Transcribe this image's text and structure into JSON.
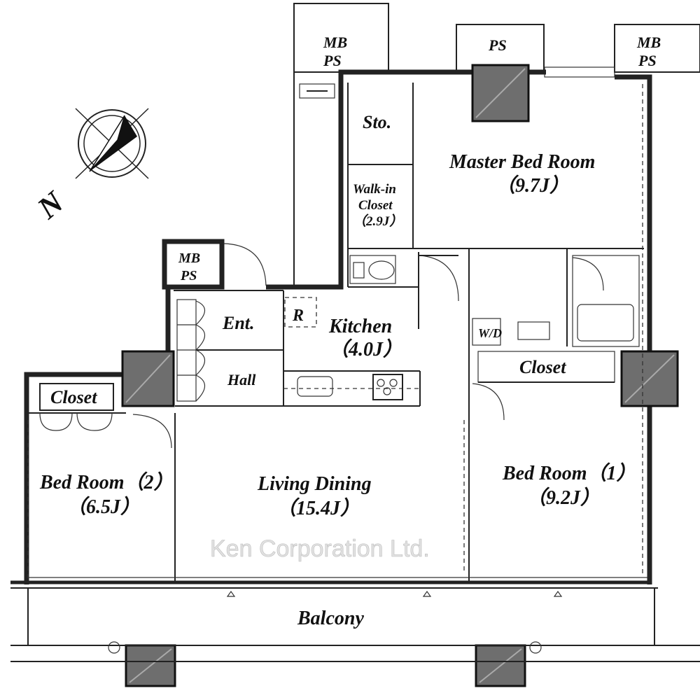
{
  "compass": {
    "north_label": "N"
  },
  "watermark": "Ken Corporation Ltd.",
  "rooms": {
    "mbps_top": {
      "line1": "MB",
      "line2": "PS"
    },
    "ps_top": {
      "label": "PS"
    },
    "mbps_right": {
      "line1": "MB",
      "line2": "PS"
    },
    "mbps_entry": {
      "line1": "MB",
      "line2": "PS"
    },
    "storage": {
      "label": "Sto."
    },
    "master_bed": {
      "name": "Master Bed Room",
      "size": "（9.7J）"
    },
    "walkin_closet": {
      "line1": "Walk-in",
      "line2": "Closet",
      "size": "（2.9J）"
    },
    "entrance": {
      "label": "Ent."
    },
    "hall": {
      "label": "Hall"
    },
    "refrigerator": {
      "label": "R"
    },
    "kitchen": {
      "name": "Kitchen",
      "size": "（4.0J）"
    },
    "washer_dryer": {
      "label": "W/D"
    },
    "closet_bed1": {
      "label": "Closet"
    },
    "closet_bed2": {
      "label": "Closet"
    },
    "bed_room_2": {
      "name": "Bed Room（2）",
      "size": "（6.5J）"
    },
    "living_dining": {
      "name": "Living Dining",
      "size": "（15.4J）"
    },
    "bed_room_1": {
      "name": "Bed Room（1）",
      "size": "（9.2J）"
    },
    "balcony": {
      "label": "Balcony"
    }
  }
}
